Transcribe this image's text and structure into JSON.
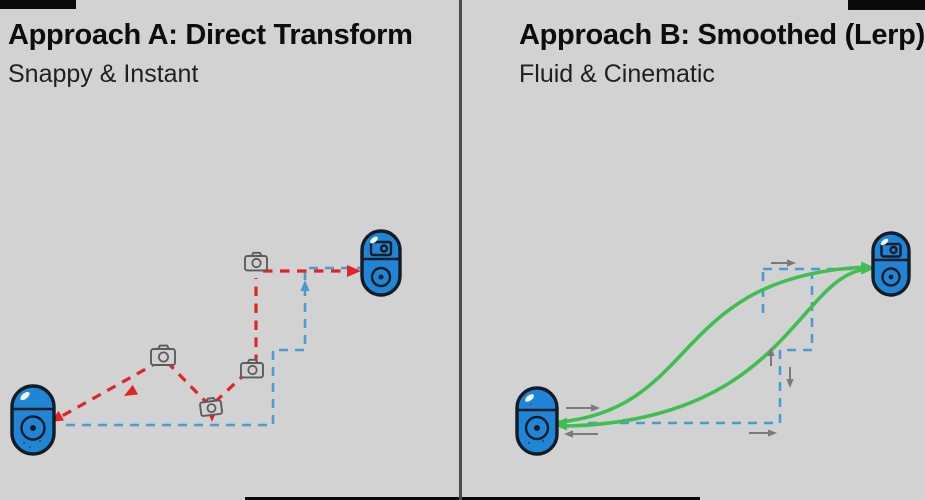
{
  "panels": {
    "a": {
      "title": "Approach A: Direct Transform",
      "subtitle": "Snappy & Instant",
      "path_styles": {
        "camera_jump_path": "red dashed zigzag through camera waypoints",
        "target_path": "blue dashed staircase from player to camera pose"
      },
      "camera_waypoint_count": 4
    },
    "b": {
      "title": "Approach B: Smoothed (Lerp)",
      "subtitle": "Fluid & Cinematic",
      "path_styles": {
        "smoothed_path": "green S-curves easing between poses",
        "target_path": "blue dashed staircase reference",
        "motion_hints": "small gray direction arrows"
      }
    }
  },
  "icons": {
    "names": [
      "camera-icon",
      "player-capsule",
      "camera-target-capsule",
      "red-arrowhead",
      "blue-arrowhead",
      "green-arrowhead",
      "gray-arrowhead"
    ]
  },
  "colors": {
    "background": "#d2d2d2",
    "divider": "#4c4c4c",
    "letterbox": "#0a0a0a",
    "red_path": "#e02428",
    "blue_path": "#4d9bce",
    "green_path": "#3fbf51",
    "gray_arrow": "#7a7a7a",
    "capsule_fill": "#2185d6",
    "capsule_outline": "#101c26",
    "capsule_shine": "#ffffff",
    "camera_icon": "#5c5c5c",
    "title_text": "#0d0d0d",
    "subtitle_text": "#1f1f1f"
  }
}
